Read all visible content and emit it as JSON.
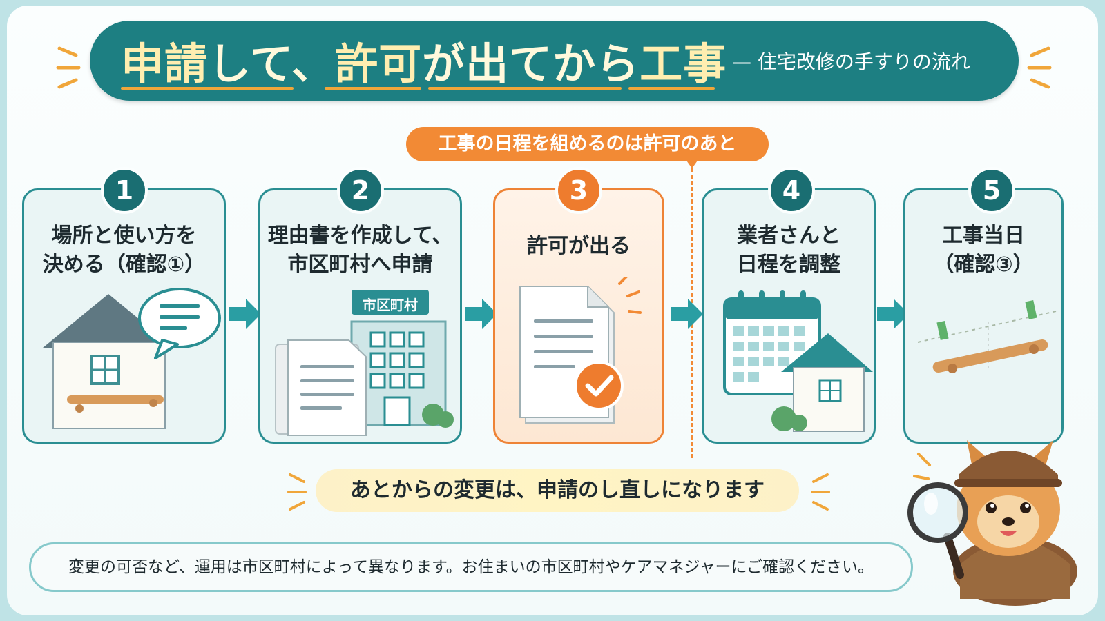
{
  "header": {
    "title_parts": [
      "申請",
      "して、",
      "許可",
      "が出てから",
      "工事"
    ],
    "subtitle": "— 住宅改修の手すりの流れ"
  },
  "callout_top": "工事の日程を組めるのは許可のあと",
  "steps": [
    {
      "num": "1",
      "title": "場所と使い方を決める（確認①）",
      "line1": "場所と使い方を",
      "line2": "決める（確認①）"
    },
    {
      "num": "2",
      "title": "理由書を作成して、市区町村へ申請",
      "line1": "理由書を作成して、",
      "line2": "市区町村へ申請",
      "building_sign": "市区町村"
    },
    {
      "num": "3",
      "title": "許可が出る",
      "line1": "許可が出る"
    },
    {
      "num": "4",
      "title": "業者さんと日程を調整",
      "line1": "業者さんと",
      "line2": "日程を調整"
    },
    {
      "num": "5",
      "title": "工事当日（確認③）",
      "line1": "工事当日",
      "line2": "（確認③）"
    }
  ],
  "bottom_note": "あとからの変更は、申請のし直しになります",
  "footer_note": "変更の可否など、運用は市区町村によって異なります。お住まいの市区町村やケアマネジャーにご確認ください。",
  "colors": {
    "teal_dark": "#1d7f82",
    "teal_border": "#2a8e92",
    "orange": "#f28a35",
    "cream": "#fff4c4",
    "wood": "#d89a5a"
  },
  "icons": [
    "house-icon",
    "speech-bubble-icon",
    "document-icon",
    "building-icon",
    "check-icon",
    "calendar-icon",
    "handrail-icon",
    "detective-dog-mascot"
  ]
}
